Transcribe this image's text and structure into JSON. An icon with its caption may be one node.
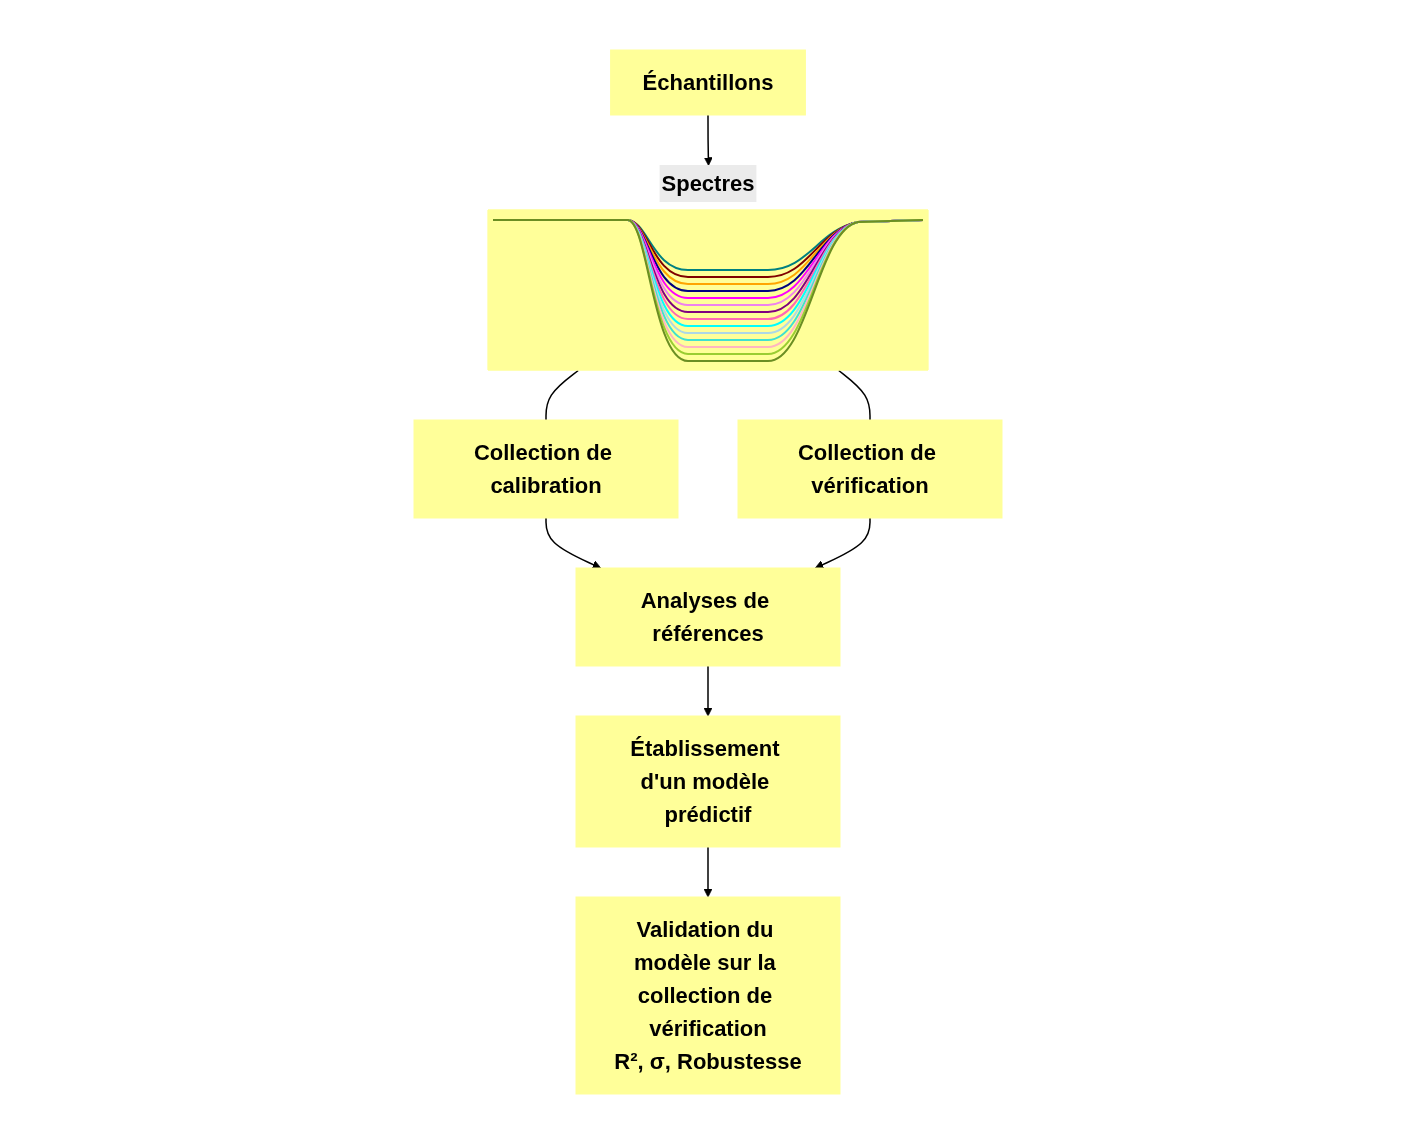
{
  "diagram": {
    "nodes": [
      {
        "text": [
          "Échantillons"
        ]
      },
      {
        "text": [
          "Spectres"
        ]
      },
      {
        "text": [
          "Collection de calibration"
        ]
      },
      {
        "text": [
          "Collection de vérification"
        ]
      },
      {
        "text": [
          "Analyses de références"
        ]
      },
      {
        "text": [
          "Établissement d'un modèle prédictif"
        ]
      },
      {
        "text": [
          "Validation du modèle sur la collection de vérification",
          "R², σ, Robustesse"
        ]
      }
    ],
    "edges": [
      {
        "from": 0,
        "to": 1,
        "arrow": "to"
      },
      {
        "from": 1,
        "to": 2,
        "arrow": "none"
      },
      {
        "from": 1,
        "to": 3,
        "arrow": "none"
      },
      {
        "from": 2,
        "to": 4,
        "arrow": "to"
      },
      {
        "from": 3,
        "to": 4,
        "arrow": "to"
      },
      {
        "from": 4,
        "to": 5,
        "arrow": "to"
      },
      {
        "from": 5,
        "to": 6,
        "arrow": "to"
      }
    ]
  }
}
